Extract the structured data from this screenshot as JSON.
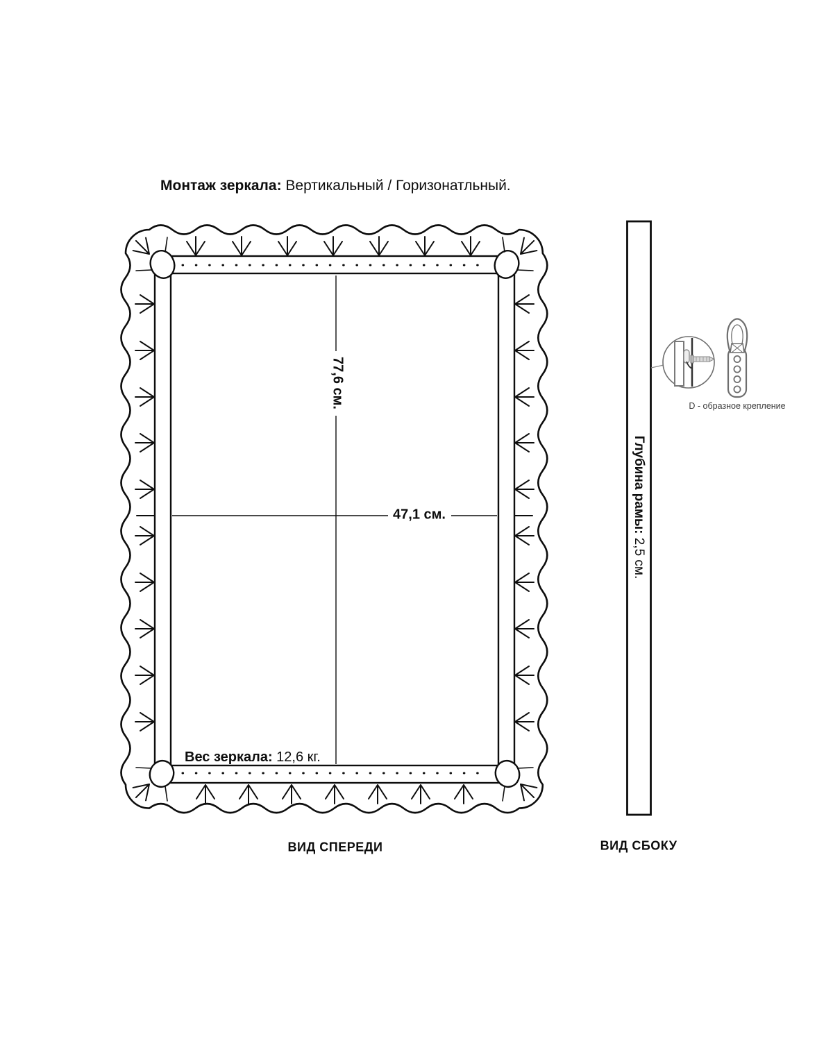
{
  "header": {
    "label": "Монтаж зеркала:",
    "value": " Вертикальный / Горизонатльный."
  },
  "front_view": {
    "caption": "ВИД СПЕРЕДИ",
    "height_dimension": "77,6 см.",
    "width_dimension": "47,1 см.",
    "weight_label": "Вес зеркала:",
    "weight_value": " 12,6 кг."
  },
  "side_view": {
    "caption": "ВИД СБОКУ",
    "depth_label": "Глубина рамы:",
    "depth_value": " 2,5 см.",
    "mount_label": "D - образное крепление"
  },
  "colors": {
    "line": "#0d0d0d",
    "detail": "#6e6e6e",
    "mount_label_text": "#3a3a3a"
  }
}
